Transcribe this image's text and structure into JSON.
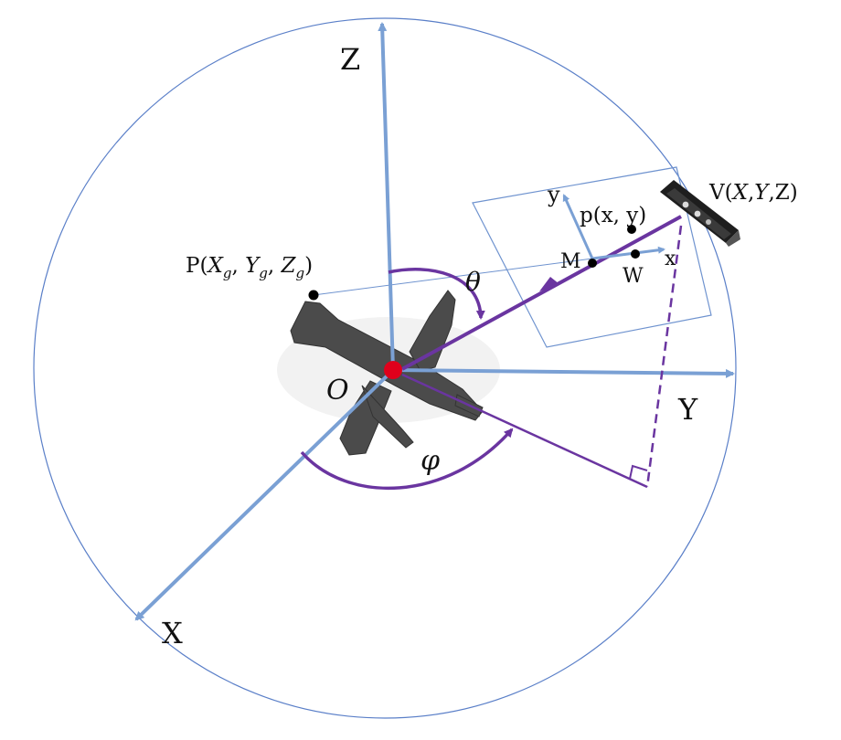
{
  "labels": {
    "axis_z": "Z",
    "axis_y": "Y",
    "axis_x": "X",
    "origin": "O",
    "point_p": "P(X_g, Y_g, Z_g)",
    "point_p_parts": {
      "prefix": "P(",
      "x": "X",
      "x_sub": "g",
      "y": "Y",
      "y_sub": "g",
      "z": "Z",
      "z_sub": "g",
      "suffix": ")"
    },
    "viewpoint_v": "V(X, Y, Z)",
    "viewpoint_v_parts": {
      "prefix": "V(",
      "x": "X",
      "sep1": ",",
      "y": "Y",
      "sep2": ",Z)"
    },
    "image_point": "p(x, y)",
    "point_m": "M",
    "point_w": "W",
    "image_axis_x": "x",
    "image_axis_y": "y",
    "angle_theta": "θ",
    "angle_phi": "φ"
  },
  "colors": {
    "axis": "#7aa0d4",
    "vector": "#6a35a0",
    "sphere": "#5a7fc8",
    "image_plane": "#6f93cf",
    "origin_dot": "#e0001b",
    "points": "#000000",
    "aircraft": "#4a4a4a",
    "camera": "#222222"
  }
}
